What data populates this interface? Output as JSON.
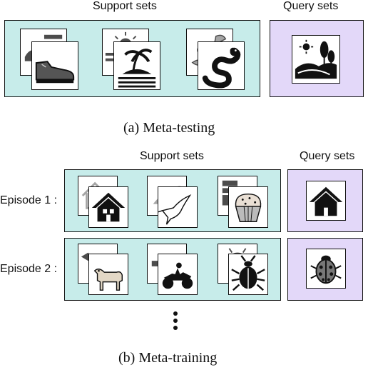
{
  "testing": {
    "support_title": "Support sets",
    "query_title": "Query sets",
    "caption": "(a) Meta-testing",
    "support_items": [
      {
        "back_icon": "clothing-icon",
        "front_icon": "shoe-icon"
      },
      {
        "back_icon": "sunset-icon",
        "front_icon": "palm-island-icon"
      },
      {
        "back_icon": "duck-icon",
        "front_icon": "snake-icon"
      }
    ],
    "query_icon": "landscape-icon"
  },
  "training": {
    "support_title": "Support sets",
    "query_title": "Query sets",
    "caption": "(b) Meta-training",
    "episodes": [
      {
        "label": "Episode 1 :",
        "support_items": [
          {
            "back_icon": "house-outline-icon",
            "front_icon": "house-icon"
          },
          {
            "back_icon": "bird-icon",
            "front_icon": "hummingbird-icon"
          },
          {
            "back_icon": "cake-icon",
            "front_icon": "muffin-icon"
          }
        ],
        "query_icon": "house-icon"
      },
      {
        "label": "Episode 2 :",
        "support_items": [
          {
            "back_icon": "dog-icon",
            "front_icon": "dog-icon"
          },
          {
            "back_icon": "vehicle-icon",
            "front_icon": "atv-icon"
          },
          {
            "back_icon": "bug-icon",
            "front_icon": "beetle-icon"
          }
        ],
        "query_icon": "ladybug-icon"
      }
    ]
  },
  "colors": {
    "support_fill": "#c7ecea",
    "query_fill": "#e3d8f9",
    "stroke": "#111111"
  }
}
